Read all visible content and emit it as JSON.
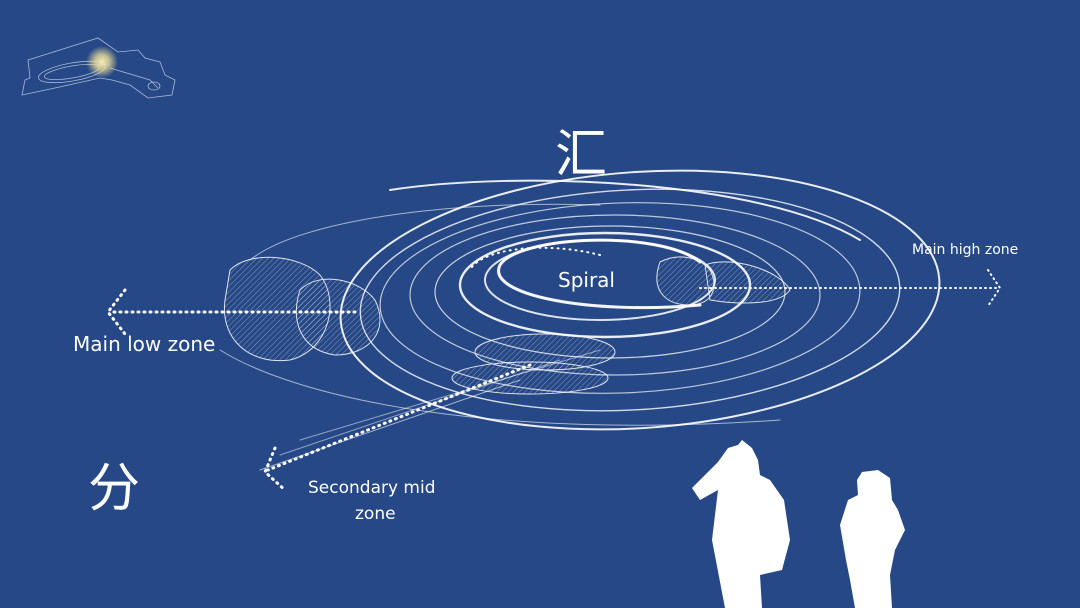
{
  "title_top": "汇",
  "title_bottom": "分",
  "labels": {
    "spiral": "Spiral",
    "main_high_zone": "Main high zone",
    "main_low_zone": "Main low zone",
    "secondary_mid_zone_line1": "Secondary mid",
    "secondary_mid_zone_line2": "zone"
  },
  "colors": {
    "background": "#264886",
    "line": "#ffffff",
    "glow": "#f3e9b0"
  }
}
